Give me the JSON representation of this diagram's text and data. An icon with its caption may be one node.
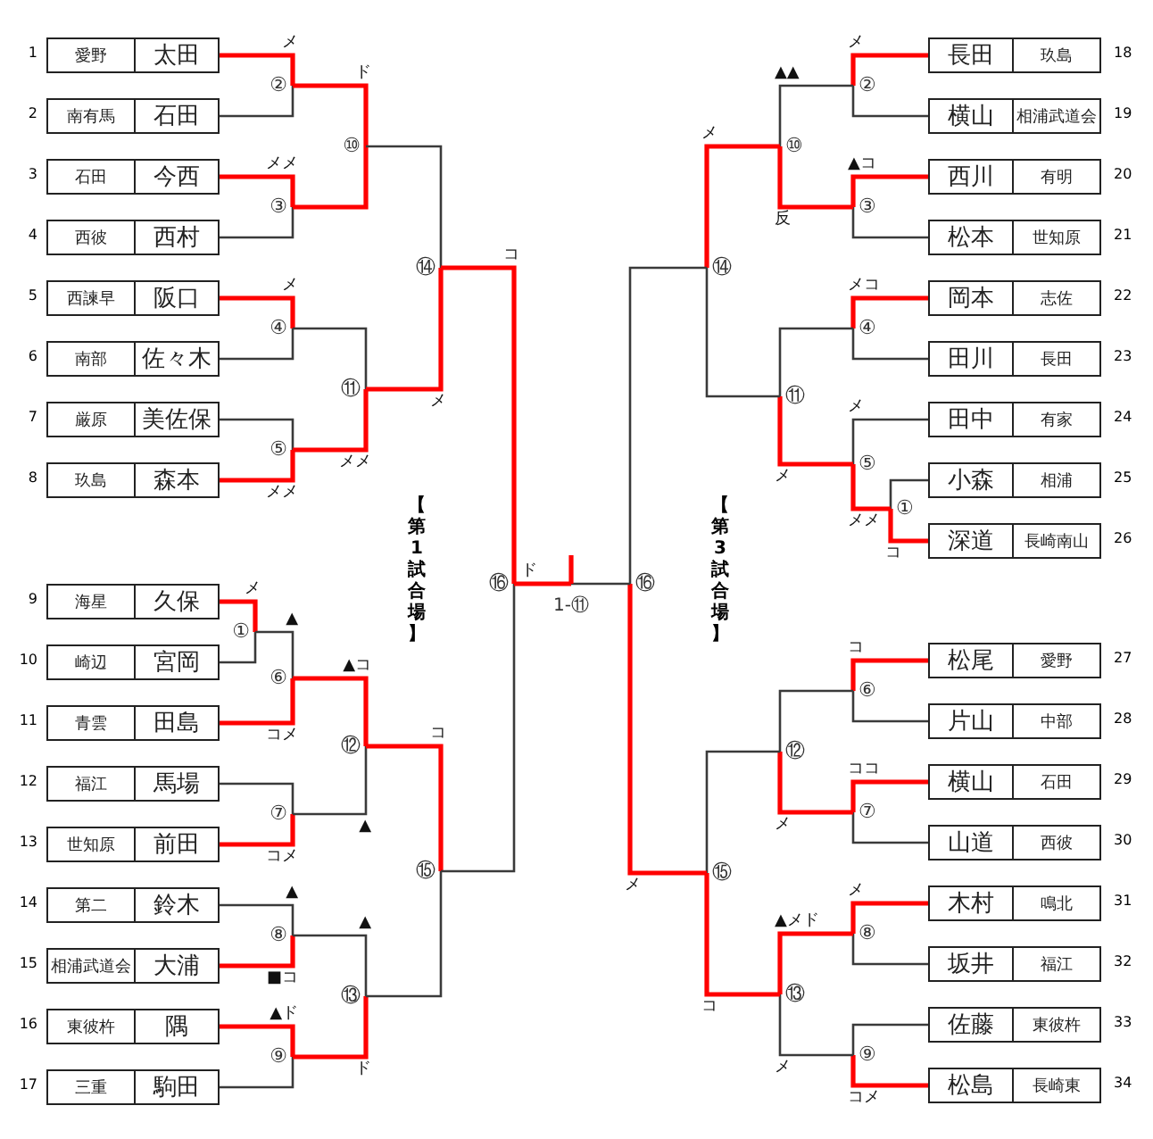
{
  "diagram": {
    "nodes": [
      {
        "text": [
          "愛野",
          "太田"
        ],
        "beside": [
          "1"
        ]
      },
      {
        "text": [
          "南有馬",
          "石田"
        ],
        "beside": [
          "2"
        ]
      },
      {
        "text": [
          "石田",
          "今西"
        ],
        "beside": [
          "3"
        ]
      },
      {
        "text": [
          "西彼",
          "西村"
        ],
        "beside": [
          "4"
        ]
      },
      {
        "text": [
          "西諫早",
          "阪口"
        ],
        "beside": [
          "5"
        ]
      },
      {
        "text": [
          "南部",
          "佐々木"
        ],
        "beside": [
          "6"
        ]
      },
      {
        "text": [
          "厳原",
          "美佐保"
        ],
        "beside": [
          "7"
        ]
      },
      {
        "text": [
          "玖島",
          "森本"
        ],
        "beside": [
          "8"
        ]
      },
      {
        "text": [
          "海星",
          "久保"
        ],
        "beside": [
          "9"
        ]
      },
      {
        "text": [
          "崎辺",
          "宮岡"
        ],
        "beside": [
          "10"
        ]
      },
      {
        "text": [
          "青雲",
          "田島"
        ],
        "beside": [
          "11"
        ]
      },
      {
        "text": [
          "福江",
          "馬場"
        ],
        "beside": [
          "12"
        ]
      },
      {
        "text": [
          "世知原",
          "前田"
        ],
        "beside": [
          "13"
        ]
      },
      {
        "text": [
          "第二",
          "鈴木"
        ],
        "beside": [
          "14"
        ]
      },
      {
        "text": [
          "相浦武道会",
          "大浦"
        ],
        "beside": [
          "15"
        ]
      },
      {
        "text": [
          "東彼杵",
          "隅"
        ],
        "beside": [
          "16"
        ]
      },
      {
        "text": [
          "三重",
          "駒田"
        ],
        "beside": [
          "17"
        ]
      },
      {
        "text": [
          "長田",
          "玖島"
        ],
        "beside": [
          "18"
        ]
      },
      {
        "text": [
          "横山",
          "相浦武道会"
        ],
        "beside": [
          "19"
        ]
      },
      {
        "text": [
          "西川",
          "有明"
        ],
        "beside": [
          "20"
        ]
      },
      {
        "text": [
          "松本",
          "世知原"
        ],
        "beside": [
          "21"
        ]
      },
      {
        "text": [
          "岡本",
          "志佐"
        ],
        "beside": [
          "22"
        ]
      },
      {
        "text": [
          "田川",
          "長田"
        ],
        "beside": [
          "23"
        ]
      },
      {
        "text": [
          "田中",
          "有家"
        ],
        "beside": [
          "24"
        ]
      },
      {
        "text": [
          "小森",
          "相浦"
        ],
        "beside": [
          "25"
        ]
      },
      {
        "text": [
          "深道",
          "長崎南山"
        ],
        "beside": [
          "26"
        ]
      },
      {
        "text": [
          "松尾",
          "愛野"
        ],
        "beside": [
          "27"
        ]
      },
      {
        "text": [
          "片山",
          "中部"
        ],
        "beside": [
          "28"
        ]
      },
      {
        "text": [
          "横山",
          "石田"
        ],
        "beside": [
          "29"
        ]
      },
      {
        "text": [
          "山道",
          "西彼"
        ],
        "beside": [
          "30"
        ]
      },
      {
        "text": [
          "木村",
          "鳴北"
        ],
        "beside": [
          "31"
        ]
      },
      {
        "text": [
          "坂井",
          "福江"
        ],
        "beside": [
          "32"
        ]
      },
      {
        "text": [
          "佐藤",
          "東彼杵"
        ],
        "beside": [
          "33"
        ]
      },
      {
        "text": [
          "松島",
          "長崎東"
        ],
        "beside": [
          "34"
        ]
      },
      {
        "text": [
          "①"
        ]
      },
      {
        "text": [
          "②"
        ]
      },
      {
        "text": [
          "③"
        ]
      },
      {
        "text": [
          "④"
        ]
      },
      {
        "text": [
          "⑤"
        ]
      },
      {
        "text": [
          "⑥"
        ]
      },
      {
        "text": [
          "⑦"
        ]
      },
      {
        "text": [
          "⑧"
        ]
      },
      {
        "text": [
          "⑨"
        ]
      },
      {
        "text": [
          "⑩"
        ]
      },
      {
        "text": [
          "⑪"
        ]
      },
      {
        "text": [
          "⑫"
        ]
      },
      {
        "text": [
          "⑬"
        ]
      },
      {
        "text": [
          "⑭"
        ]
      },
      {
        "text": [
          "⑮"
        ]
      },
      {
        "text": [
          "⑯"
        ]
      },
      {
        "text": [
          "①"
        ]
      },
      {
        "text": [
          "②"
        ]
      },
      {
        "text": [
          "③"
        ]
      },
      {
        "text": [
          "④"
        ]
      },
      {
        "text": [
          "⑤"
        ]
      },
      {
        "text": [
          "⑥"
        ]
      },
      {
        "text": [
          "⑦"
        ]
      },
      {
        "text": [
          "⑧"
        ]
      },
      {
        "text": [
          "⑨"
        ]
      },
      {
        "text": [
          "⑩"
        ]
      },
      {
        "text": [
          "⑪"
        ]
      },
      {
        "text": [
          "⑫"
        ]
      },
      {
        "text": [
          "⑬"
        ]
      },
      {
        "text": [
          "⑭"
        ]
      },
      {
        "text": [
          "⑮"
        ]
      },
      {
        "text": [
          "⑯"
        ]
      },
      {
        "text": [
          "1-⑪"
        ]
      }
    ],
    "edges": [
      {
        "from": 0,
        "to": 35,
        "arrow": "none",
        "label": "メ"
      },
      {
        "from": 1,
        "to": 35,
        "arrow": "none",
        "color": "#3a3a3a"
      },
      {
        "from": 2,
        "to": 36,
        "arrow": "none",
        "label": "メメ"
      },
      {
        "from": 3,
        "to": 36,
        "arrow": "none",
        "color": "#3a3a3a"
      },
      {
        "from": 4,
        "to": 37,
        "arrow": "none",
        "label": "メ"
      },
      {
        "from": 5,
        "to": 37,
        "arrow": "none",
        "color": "#3a3a3a"
      },
      {
        "from": 6,
        "to": 38,
        "arrow": "none",
        "color": "#3a3a3a"
      },
      {
        "from": 7,
        "to": 38,
        "arrow": "none",
        "label": "メメ"
      },
      {
        "from": 8,
        "to": 34,
        "arrow": "none",
        "label": "メ"
      },
      {
        "from": 9,
        "to": 34,
        "arrow": "none",
        "color": "#3a3a3a"
      },
      {
        "from": 34,
        "to": 39,
        "arrow": "none",
        "label": "▲",
        "color": "#3a3a3a"
      },
      {
        "from": 10,
        "to": 39,
        "arrow": "none",
        "label": "コメ"
      },
      {
        "from": 11,
        "to": 40,
        "arrow": "none",
        "color": "#3a3a3a"
      },
      {
        "from": 12,
        "to": 40,
        "arrow": "none",
        "label": "コメ"
      },
      {
        "from": 13,
        "to": 41,
        "arrow": "none",
        "label": "▲",
        "color": "#3a3a3a"
      },
      {
        "from": 14,
        "to": 41,
        "arrow": "none",
        "label": "■コ"
      },
      {
        "from": 15,
        "to": 42,
        "arrow": "none",
        "label": "▲ド"
      },
      {
        "from": 16,
        "to": 42,
        "arrow": "none",
        "color": "#3a3a3a"
      },
      {
        "from": 35,
        "to": 43,
        "arrow": "none",
        "label": "ド"
      },
      {
        "from": 36,
        "to": 43,
        "arrow": "none"
      },
      {
        "from": 37,
        "to": 44,
        "arrow": "none",
        "color": "#3a3a3a"
      },
      {
        "from": 38,
        "to": 44,
        "arrow": "none",
        "label": "メメ"
      },
      {
        "from": 39,
        "to": 45,
        "arrow": "none",
        "label": "▲コ"
      },
      {
        "from": 40,
        "to": 45,
        "arrow": "none",
        "label": "▲",
        "color": "#3a3a3a"
      },
      {
        "from": 41,
        "to": 46,
        "arrow": "none",
        "label": "▲",
        "color": "#3a3a3a"
      },
      {
        "from": 42,
        "to": 46,
        "arrow": "none",
        "label": "ド"
      },
      {
        "from": 43,
        "to": 47,
        "arrow": "none",
        "color": "#3a3a3a"
      },
      {
        "from": 44,
        "to": 47,
        "arrow": "none",
        "label": "メ"
      },
      {
        "from": 45,
        "to": 48,
        "arrow": "none",
        "label": "コ"
      },
      {
        "from": 46,
        "to": 48,
        "arrow": "none",
        "color": "#3a3a3a"
      },
      {
        "from": 47,
        "to": 49,
        "arrow": "none",
        "label": "コ"
      },
      {
        "from": 48,
        "to": 49,
        "arrow": "none",
        "color": "#3a3a3a"
      },
      {
        "from": 49,
        "to": 66,
        "arrow": "none",
        "label": "ド"
      },
      {
        "from": 17,
        "to": 51,
        "arrow": "none",
        "label": "メ"
      },
      {
        "from": 18,
        "to": 51,
        "arrow": "none",
        "color": "#3a3a3a"
      },
      {
        "from": 19,
        "to": 52,
        "arrow": "none",
        "label": "▲コ"
      },
      {
        "from": 20,
        "to": 52,
        "arrow": "none",
        "color": "#3a3a3a"
      },
      {
        "from": 21,
        "to": 53,
        "arrow": "none",
        "label": "メコ"
      },
      {
        "from": 22,
        "to": 53,
        "arrow": "none",
        "color": "#3a3a3a"
      },
      {
        "from": 23,
        "to": 54,
        "arrow": "none",
        "label": "メ",
        "color": "#3a3a3a"
      },
      {
        "from": 24,
        "to": 50,
        "arrow": "none",
        "color": "#3a3a3a"
      },
      {
        "from": 25,
        "to": 50,
        "arrow": "none",
        "label": "コ"
      },
      {
        "from": 50,
        "to": 54,
        "arrow": "none",
        "label": "メメ"
      },
      {
        "from": 26,
        "to": 55,
        "arrow": "none",
        "label": "コ"
      },
      {
        "from": 27,
        "to": 55,
        "arrow": "none",
        "color": "#3a3a3a"
      },
      {
        "from": 28,
        "to": 56,
        "arrow": "none",
        "label": "ココ"
      },
      {
        "from": 29,
        "to": 56,
        "arrow": "none",
        "color": "#3a3a3a"
      },
      {
        "from": 30,
        "to": 57,
        "arrow": "none",
        "label": "メ"
      },
      {
        "from": 31,
        "to": 57,
        "arrow": "none",
        "color": "#3a3a3a"
      },
      {
        "from": 32,
        "to": 58,
        "arrow": "none",
        "color": "#3a3a3a"
      },
      {
        "from": 33,
        "to": 58,
        "arrow": "none",
        "label": "コメ"
      },
      {
        "from": 51,
        "to": 59,
        "arrow": "none",
        "label": "▲▲",
        "color": "#3a3a3a"
      },
      {
        "from": 52,
        "to": 59,
        "arrow": "none",
        "label": "反"
      },
      {
        "from": 53,
        "to": 60,
        "arrow": "none",
        "color": "#3a3a3a"
      },
      {
        "from": 54,
        "to": 60,
        "arrow": "none",
        "label": "メ"
      },
      {
        "from": 55,
        "to": 61,
        "arrow": "none",
        "color": "#3a3a3a"
      },
      {
        "from": 56,
        "to": 61,
        "arrow": "none",
        "label": "メ"
      },
      {
        "from": 57,
        "to": 62,
        "arrow": "none",
        "label": "▲メド"
      },
      {
        "from": 58,
        "to": 62,
        "arrow": "none",
        "label": "メ",
        "color": "#3a3a3a"
      },
      {
        "from": 59,
        "to": 63,
        "arrow": "none",
        "label": "メ"
      },
      {
        "from": 60,
        "to": 63,
        "arrow": "none",
        "color": "#3a3a3a"
      },
      {
        "from": 61,
        "to": 64,
        "arrow": "none",
        "color": "#3a3a3a"
      },
      {
        "from": 62,
        "to": 64,
        "arrow": "none",
        "label": "コ"
      },
      {
        "from": 63,
        "to": 65,
        "arrow": "none",
        "color": "#3a3a3a"
      },
      {
        "from": 64,
        "to": 65,
        "arrow": "none",
        "label": "メ"
      },
      {
        "from": 65,
        "to": 66,
        "arrow": "none",
        "color": "#3a3a3a"
      }
    ],
    "labels": [
      "【第1試合場】",
      "【第3試合場】"
    ]
  }
}
